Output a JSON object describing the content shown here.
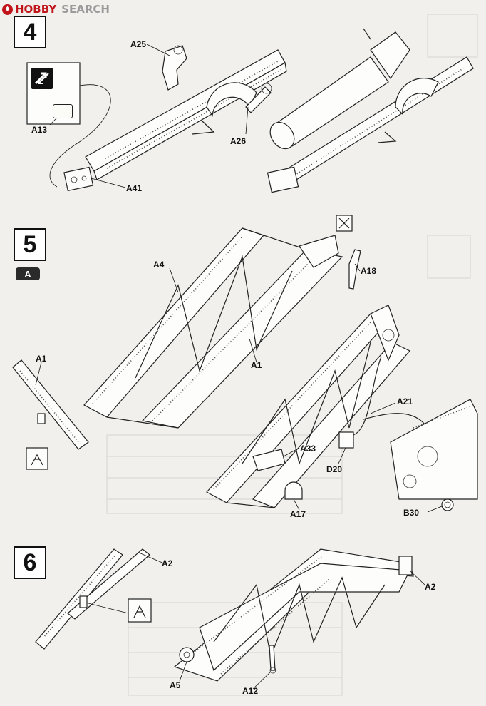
{
  "watermark": {
    "brand": "HOBBY",
    "suffix": "SEARCH",
    "icon": "hobbysearch-logo-icon"
  },
  "steps": [
    {
      "number": "4"
    },
    {
      "number": "5",
      "sub": "A"
    },
    {
      "number": "6"
    }
  ],
  "labels": {
    "a25": "A25",
    "a13": "A13",
    "a26": "A26",
    "a41": "A41",
    "a4": "A4",
    "a18": "A18",
    "a1_main": "A1",
    "a1_detail": "A1",
    "a21": "A21",
    "a33": "A33",
    "d20": "D20",
    "a17": "A17",
    "b30": "B30",
    "a2_left": "A2",
    "a2_right": "A2",
    "a5": "A5",
    "a12": "A12"
  },
  "icons": {
    "reverse_side": "reverse-side-icon",
    "cut_tool": "nippers-icon",
    "do_not_glue": "no-glue-icon"
  }
}
